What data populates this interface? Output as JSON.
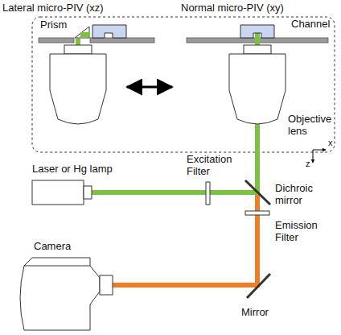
{
  "diagram": {
    "labels": [
      "Lateral micro-PIV (xz)",
      "Normal micro-PIV (xy)",
      "Prism",
      "Channel",
      "Objective lens",
      "x",
      "z",
      "Laser or Hg lamp",
      "Excitation Filter",
      "Dichroic mirror",
      "Emission Filter",
      "Camera",
      "Mirror"
    ]
  }
}
